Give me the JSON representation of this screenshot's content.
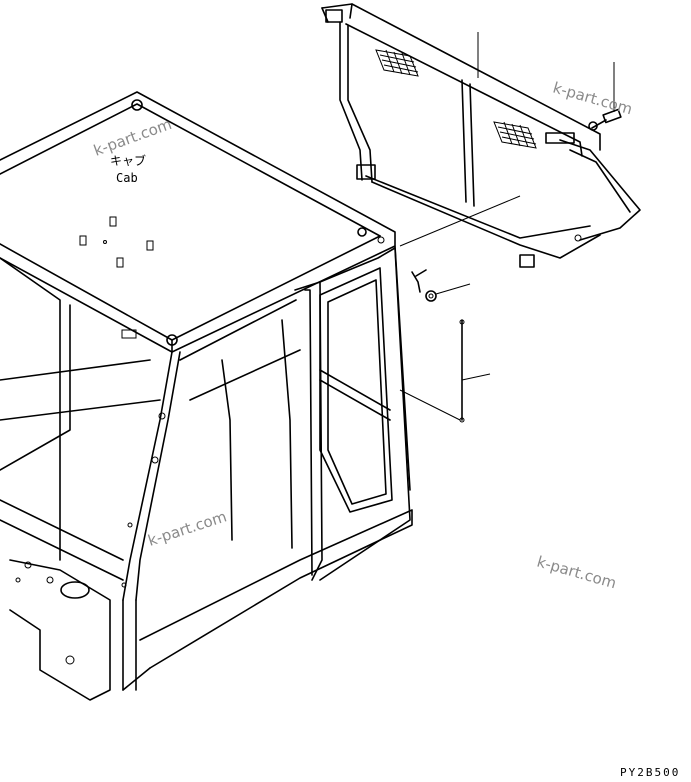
{
  "labels": {
    "cab_jp": "キャブ",
    "cab_en": "Cab"
  },
  "drawing_code": "PY2B500",
  "watermarks": [
    "k-part.com",
    "k-part.com",
    "k-part.com",
    "k-part.com"
  ]
}
